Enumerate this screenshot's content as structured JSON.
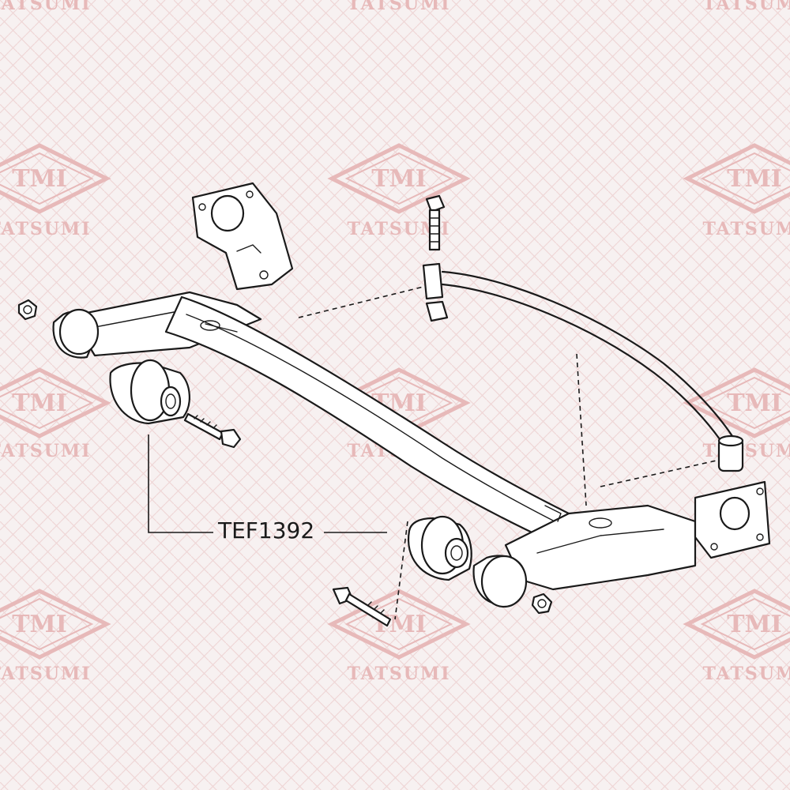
{
  "watermark": {
    "brand_text": "TATSUMI",
    "logo_text": "TMI",
    "color": "#e7b9b9"
  },
  "diagram": {
    "part_number": "TEF1392"
  }
}
